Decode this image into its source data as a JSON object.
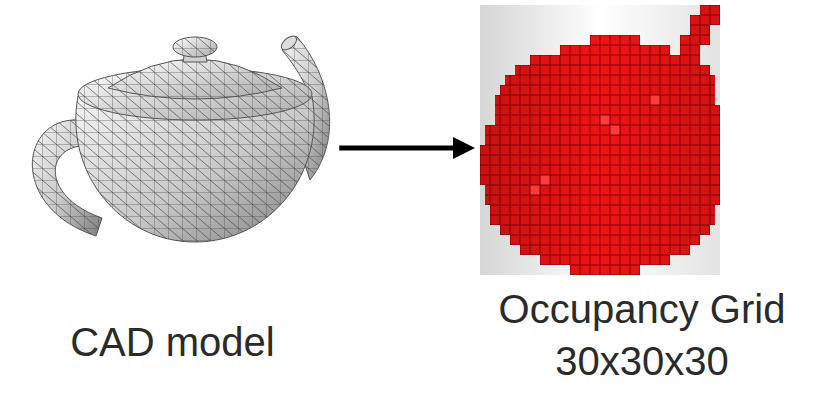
{
  "diagram": {
    "nodes": [
      {
        "text": [
          "CAD model"
        ]
      },
      {
        "text": [
          "Occupancy Grid 30x30x30"
        ]
      }
    ],
    "edges": [
      {
        "from": 0,
        "to": 1,
        "arrow": "to"
      }
    ]
  }
}
